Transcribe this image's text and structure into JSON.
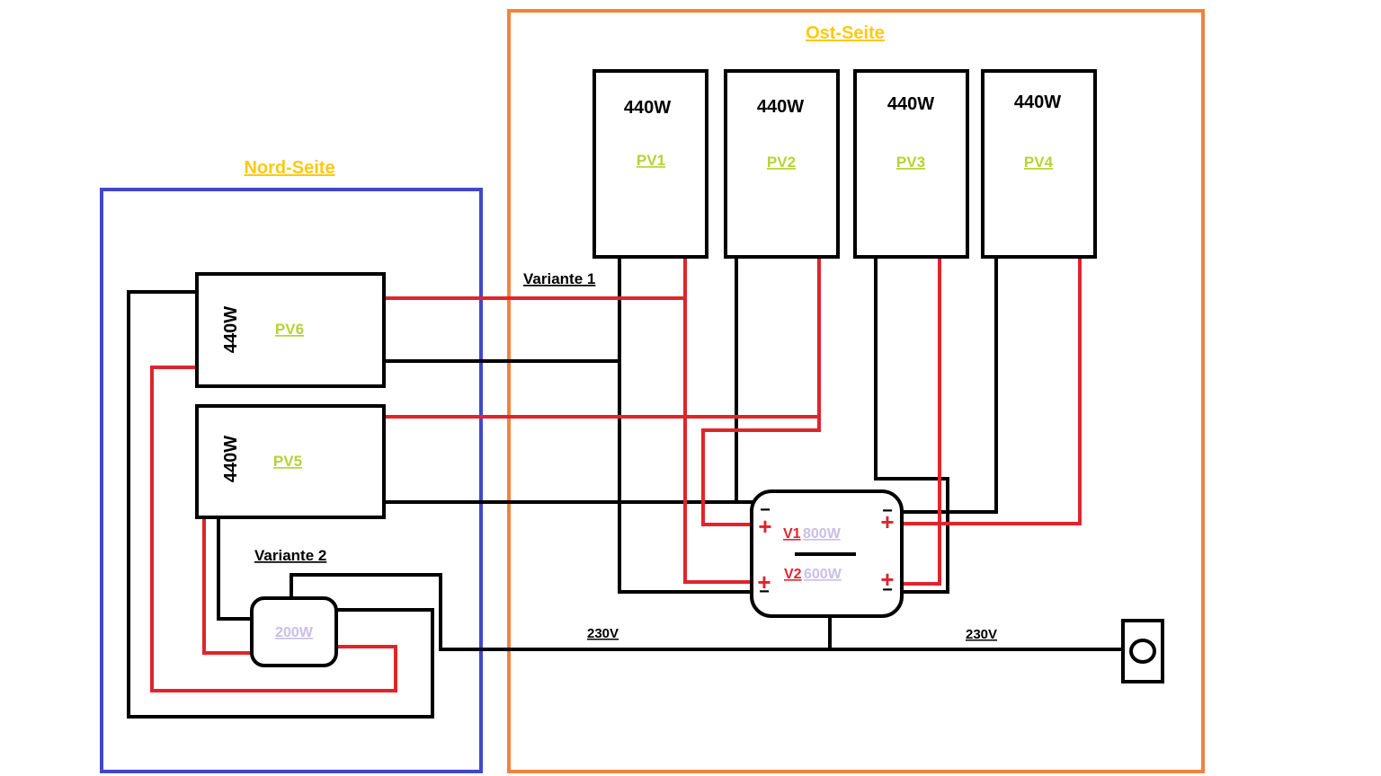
{
  "regions": {
    "north": {
      "title": "Nord-Seite"
    },
    "east": {
      "title": "Ost-Seite"
    }
  },
  "panels": {
    "pv1": {
      "power": "440W",
      "name": "PV1"
    },
    "pv2": {
      "power": "440W",
      "name": "PV2"
    },
    "pv3": {
      "power": "440W",
      "name": "PV3"
    },
    "pv4": {
      "power": "440W",
      "name": "PV4"
    },
    "pv5": {
      "power": "440W",
      "name": "PV5"
    },
    "pv6": {
      "power": "440W",
      "name": "PV6"
    }
  },
  "variants": {
    "v1": "Variante 1",
    "v2": "Variante 2"
  },
  "inverter_main": {
    "v1_label": "V1",
    "v1_power": "800W",
    "v2_label": "V2",
    "v2_power": "600W",
    "plus": "+",
    "minus": "−"
  },
  "inverter_small": {
    "power": "200W"
  },
  "grid": {
    "left": "230V",
    "right": "230V"
  },
  "colors": {
    "north_border": "#3f48cc",
    "east_border": "#f0843a",
    "region_title": "#ffc90e",
    "panel_name": "#b5d335",
    "power_grey": "#c8bfe7",
    "positive_wire": "#e0242c",
    "negative_wire": "#000000"
  }
}
